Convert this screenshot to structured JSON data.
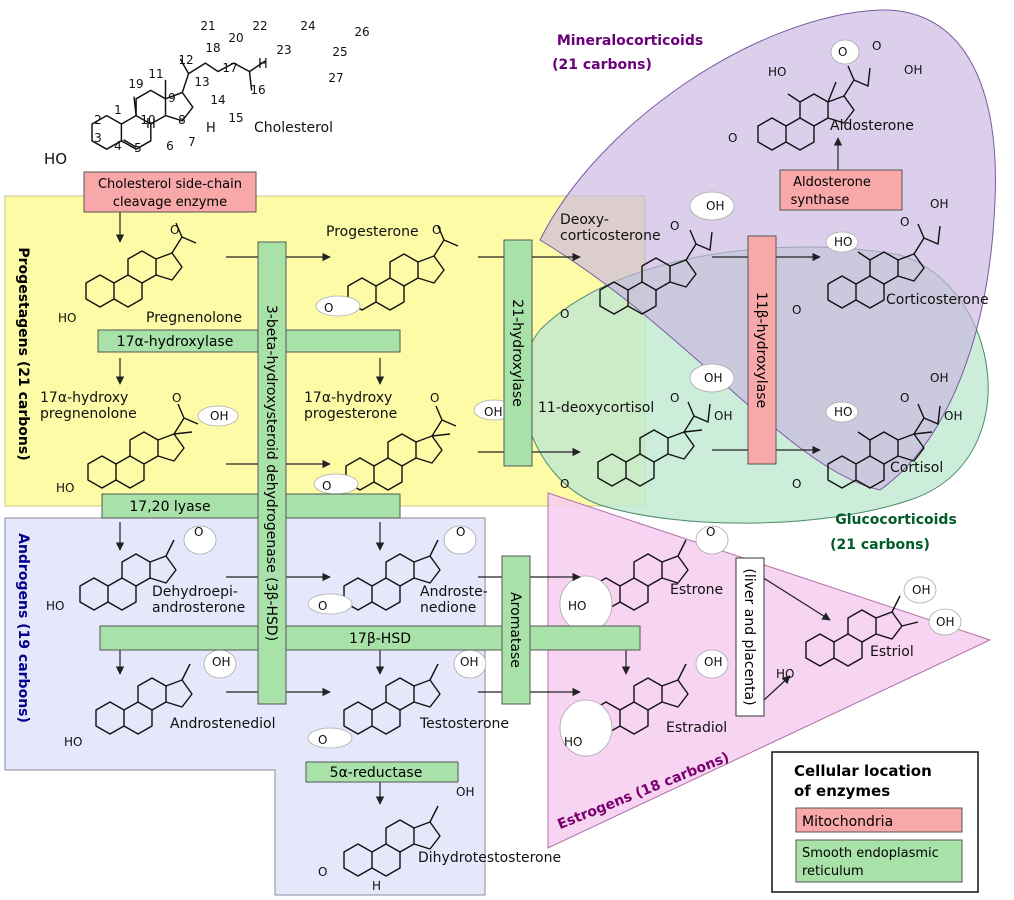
{
  "colors": {
    "progestagen_bg": "#fefba2",
    "androgen_bg": "#e5e7fb",
    "mineralo_bg": "#c9b6e0",
    "gluco_bg": "#bfe8d1",
    "estrogen_bg": "#f6cdf0",
    "mitochondria": "#f8a8a8",
    "ser": "#a8e2a8",
    "region_label_progestagen": "#000000",
    "region_label_androgen": "#00008b",
    "region_label_mineralo": "#6a007a",
    "region_label_gluco": "#005a2a",
    "region_label_estrogen": "#7a0070"
  },
  "cholesterol": {
    "name": "Cholesterol",
    "ho": "HO",
    "numbers": [
      "1",
      "2",
      "3",
      "4",
      "5",
      "6",
      "7",
      "8",
      "9",
      "10",
      "11",
      "12",
      "13",
      "14",
      "15",
      "16",
      "17",
      "18",
      "19",
      "20",
      "21",
      "22",
      "23",
      "24",
      "25",
      "26",
      "27"
    ],
    "h_labels": [
      "H",
      "H",
      "H"
    ]
  },
  "regions": {
    "progestagens": "Progestagens (21 carbons)",
    "androgens": "Androgens (19 carbons)",
    "mineralocorticoids_1": "Mineralocorticoids",
    "mineralocorticoids_2": "(21 carbons)",
    "glucocorticoids_1": "Glucocorticoids",
    "glucocorticoids_2": "(21 carbons)",
    "estrogens": "Estrogens (18 carbons)"
  },
  "enzymes": {
    "scc_1": "Cholesterol side-chain",
    "scc_2": "cleavage enzyme",
    "hydroxylase17": "17α-hydroxylase",
    "lyase": "17,20 lyase",
    "hsd3b": "3-beta-hydroxysteroid dehydrogenase (3β-HSD)",
    "hydroxylase21": "21-hydroxylase",
    "hydroxylase11": "11β-hydroxylase",
    "aldosterone_synthase_1": "Aldosterone",
    "aldosterone_synthase_2": "synthase",
    "aromatase": "Aromatase",
    "hsd17b": "17β-HSD",
    "reductase5a": "5α-reductase",
    "liver_placenta": "(liver and placenta)"
  },
  "compounds": {
    "pregnenolone": "Pregnenolone",
    "progesterone": "Progesterone",
    "deoxycorticosterone_1": "Deoxy-",
    "deoxycorticosterone_2": "corticosterone",
    "corticosterone": "Corticosterone",
    "aldosterone": "Aldosterone",
    "hydroxypregnenolone_1": "17α-hydroxy",
    "hydroxypregnenolone_2": "pregnenolone",
    "hydroxyprogesterone_1": "17α-hydroxy",
    "hydroxyprogesterone_2": "progesterone",
    "deoxycortisol": "11-deoxycortisol",
    "cortisol": "Cortisol",
    "dhea_1": "Dehydroepi-",
    "dhea_2": "androsterone",
    "androstenedione_1": "Androste-",
    "androstenedione_2": "nedione",
    "estrone": "Estrone",
    "estriol": "Estriol",
    "androstenediol": "Androstenediol",
    "testosterone": "Testosterone",
    "estradiol": "Estradiol",
    "dht": "Dihydrotestosterone"
  },
  "atoms": {
    "O": "O",
    "OH": "OH",
    "HO": "HO",
    "H": "H"
  },
  "legend": {
    "title_1": "Cellular location",
    "title_2": "of enzymes",
    "mitochondria": "Mitochondria",
    "ser_1": "Smooth endoplasmic",
    "ser_2": "reticulum"
  }
}
